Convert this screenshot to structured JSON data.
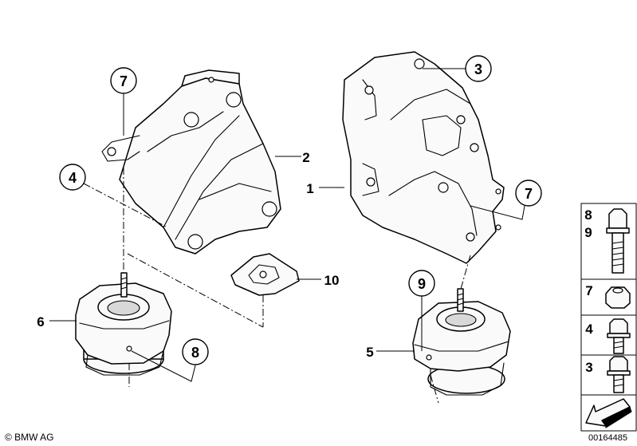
{
  "callouts": {
    "c1": "1",
    "c2": "2",
    "c3": "3",
    "c4": "4",
    "c5": "5",
    "c6": "6",
    "c7a": "7",
    "c7b": "7",
    "c8": "8",
    "c9": "9",
    "c10": "10"
  },
  "side_panel": {
    "items": [
      {
        "label_top": "8",
        "label_bottom": "9"
      },
      {
        "label_top": "7"
      },
      {
        "label_top": "4"
      },
      {
        "label_top": "3"
      }
    ]
  },
  "footer": {
    "copyright": "© BMW AG",
    "diagram_number": "00164485"
  }
}
